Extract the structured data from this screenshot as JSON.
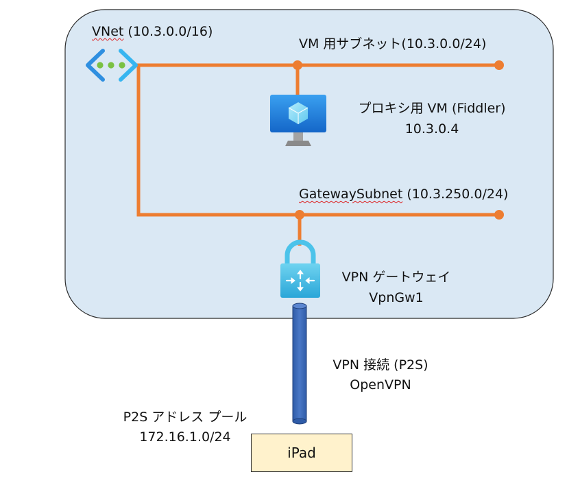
{
  "vnet": {
    "name": "VNet",
    "cidr": "(10.3.0.0/16)",
    "icon": "vnet-icon"
  },
  "vm_subnet": {
    "label": "VM 用サブネット(10.3.0.0/24)"
  },
  "proxy_vm": {
    "name": "プロキシ用 VM (Fiddler)",
    "ip": "10.3.0.4",
    "icon": "virtual-machine-icon"
  },
  "gateway_subnet": {
    "name": "GatewaySubnet",
    "cidr": "(10.3.250.0/24)"
  },
  "vpn_gateway": {
    "title": "VPN ゲートウェイ",
    "name": "VpnGw1",
    "icon": "vpn-gateway-icon"
  },
  "vpn_connection": {
    "title": "VPN 接続 (P2S)",
    "protocol": "OpenVPN"
  },
  "p2s_pool": {
    "title": "P2S アドレス プール",
    "cidr": "172.16.1.0/24"
  },
  "client": {
    "label": "iPad"
  },
  "colors": {
    "vnet_fill": "#dae8f4",
    "vnet_border": "#2b2b2b",
    "subnet_line": "#ed7d31",
    "tunnel": "#4472c4",
    "client_fill": "#fff2cc"
  }
}
